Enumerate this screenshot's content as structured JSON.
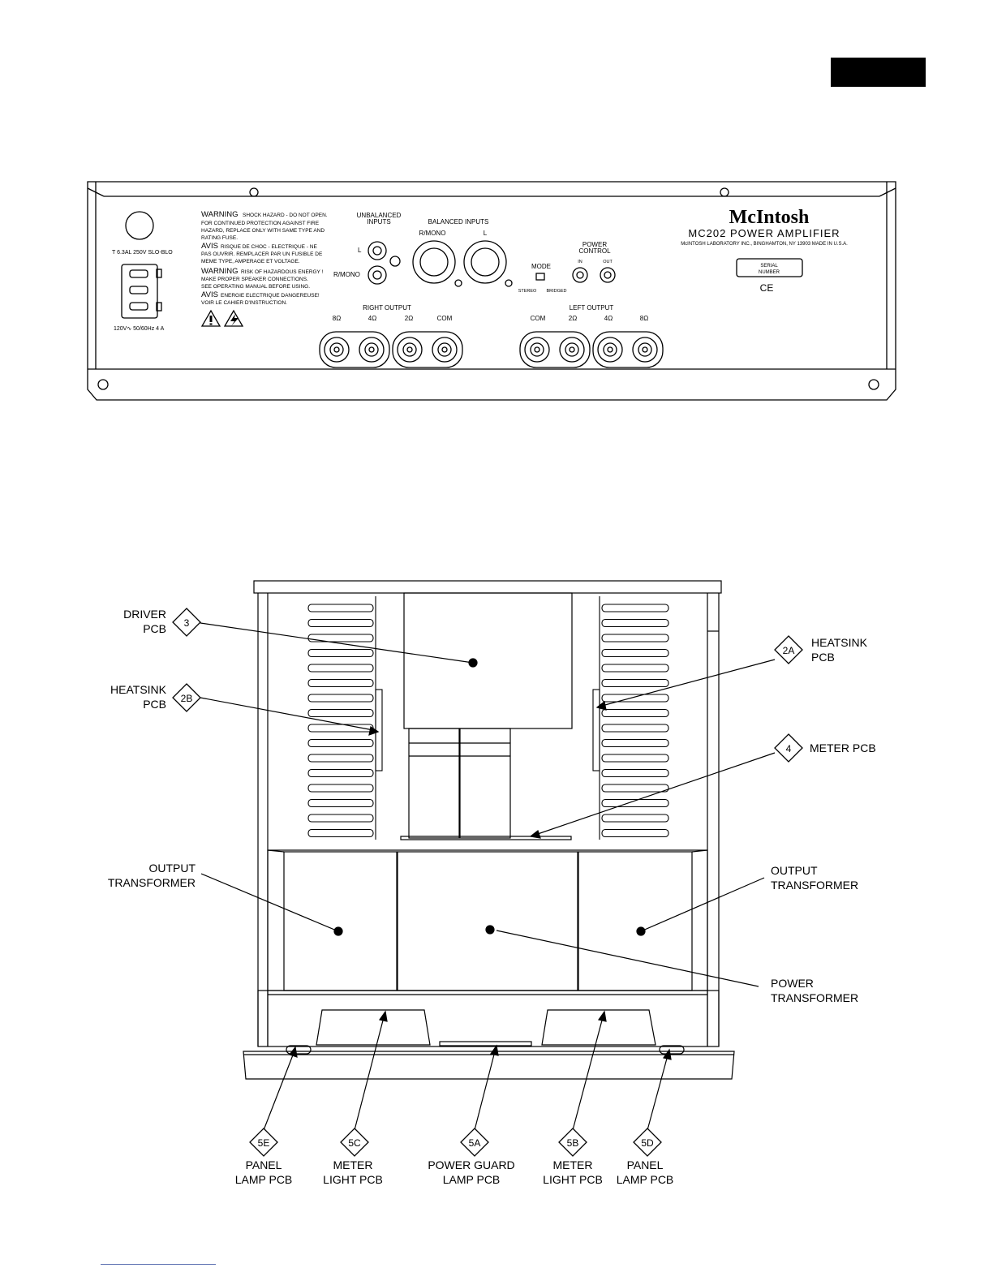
{
  "rear_panel": {
    "fuse_label": "T 6.3AL 250V SLO-BLO",
    "power_label": "120V∿ 50/60Hz 4 A",
    "warnings": {
      "w1_title": "WARNING",
      "w1_line1": "SHOCK HAZARD - DO NOT OPEN.",
      "w1_line2": "FOR CONTINUED PROTECTION AGAINST FIRE",
      "w1_line3": "HAZARD, REPLACE ONLY WITH SAME TYPE AND",
      "w1_line4": "RATING FUSE.",
      "a1_title": "AVIS",
      "a1_line1": "RISQUE DE CHOC - ELECTRIQUE - NE",
      "a1_line2": "PAS  OUVRIR. REMPLACER PAR UN FUSIBLE DE",
      "a1_line3": "MEME TYPE, AMPERAGE ET VOLTAGE.",
      "w2_title": "WARNING",
      "w2_line1": "RISK OF HAZARDOUS ENERGY !",
      "w2_line2": "MAKE PROPER SPEAKER CONNECTIONS.",
      "w2_line3": "SEE  OPERATING MANUAL BEFORE USING.",
      "a2_title": "AVIS",
      "a2_line1": "ENERGIE ELECTRIQUE DANGEREUSE!",
      "a2_line2": "VOIR LE CAHIER D'INSTRUCTION."
    },
    "unbalanced_inputs_line1": "UNBALANCED",
    "unbalanced_inputs_line2": "INPUTS",
    "input_l": "L",
    "input_rmono": "R/MONO",
    "balanced_inputs": "BALANCED INPUTS",
    "balanced_rmono": "R/MONO",
    "balanced_l": "L",
    "mode_label": "MODE",
    "mode_stereo": "STEREO",
    "mode_bridged": "BRIDGED",
    "power_control_line1": "POWER",
    "power_control_line2": "CONTROL",
    "power_in": "IN",
    "power_out": "OUT",
    "brand": "McIntosh",
    "model": "MC202 POWER AMPLIFIER",
    "maker_line": "McINTOSH LABORATORY INC., BINGHAMTON, NY 13903   MADE IN U.S.A.",
    "serial_line1": "SERIAL",
    "serial_line2": "NUMBER",
    "ce_mark": "CE",
    "right_output": "RIGHT OUTPUT",
    "left_output": "LEFT OUTPUT",
    "right_taps": [
      "8Ω",
      "4Ω",
      "2Ω",
      "COM"
    ],
    "left_taps": [
      "COM",
      "2Ω",
      "4Ω",
      "8Ω"
    ]
  },
  "top_view": {
    "driver_line1": "DRIVER",
    "driver_line2": "PCB",
    "driver_badge": "3",
    "heatsink_b_line1": "HEATSINK",
    "heatsink_b_line2": "PCB",
    "heatsink_b_badge": "2B",
    "heatsink_a_line1": "HEATSINK",
    "heatsink_a_line2": "PCB",
    "heatsink_a_badge": "2A",
    "meter_badge": "4",
    "meter_label": "METER PCB",
    "output_left_line1": "OUTPUT",
    "output_left_line2": "TRANSFORMER",
    "output_right_line1": "OUTPUT",
    "output_right_line2": "TRANSFORMER",
    "power_tr_line1": "POWER",
    "power_tr_line2": "TRANSFORMER",
    "bottom": [
      {
        "badge": "5E",
        "line1": "PANEL",
        "line2": "LAMP PCB"
      },
      {
        "badge": "5C",
        "line1": "METER",
        "line2": "LIGHT  PCB"
      },
      {
        "badge": "5A",
        "line1": "POWER GUARD",
        "line2": "LAMP PCB"
      },
      {
        "badge": "5B",
        "line1": "METER",
        "line2": "LIGHT PCB"
      },
      {
        "badge": "5D",
        "line1": "PANEL",
        "line2": "LAMP PCB"
      }
    ]
  }
}
